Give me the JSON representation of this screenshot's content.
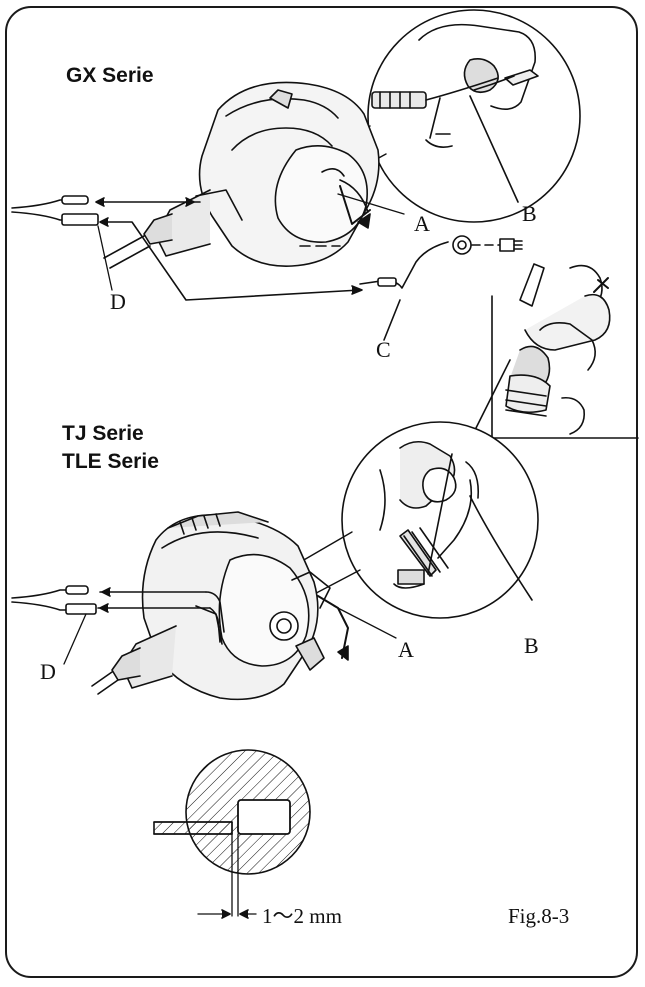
{
  "sections": {
    "gx": {
      "title": "GX Serie"
    },
    "tj": {
      "title_line1": "TJ Serie",
      "title_line2": "TLE Serie"
    }
  },
  "callouts": {
    "gx": {
      "a": "A",
      "b": "B",
      "c": "C",
      "d": "D"
    },
    "tj": {
      "a": "A",
      "b": "B",
      "d": "D"
    }
  },
  "dimension": {
    "gap": "1～2 mm"
  },
  "figure": {
    "label": "Fig.8-3"
  }
}
